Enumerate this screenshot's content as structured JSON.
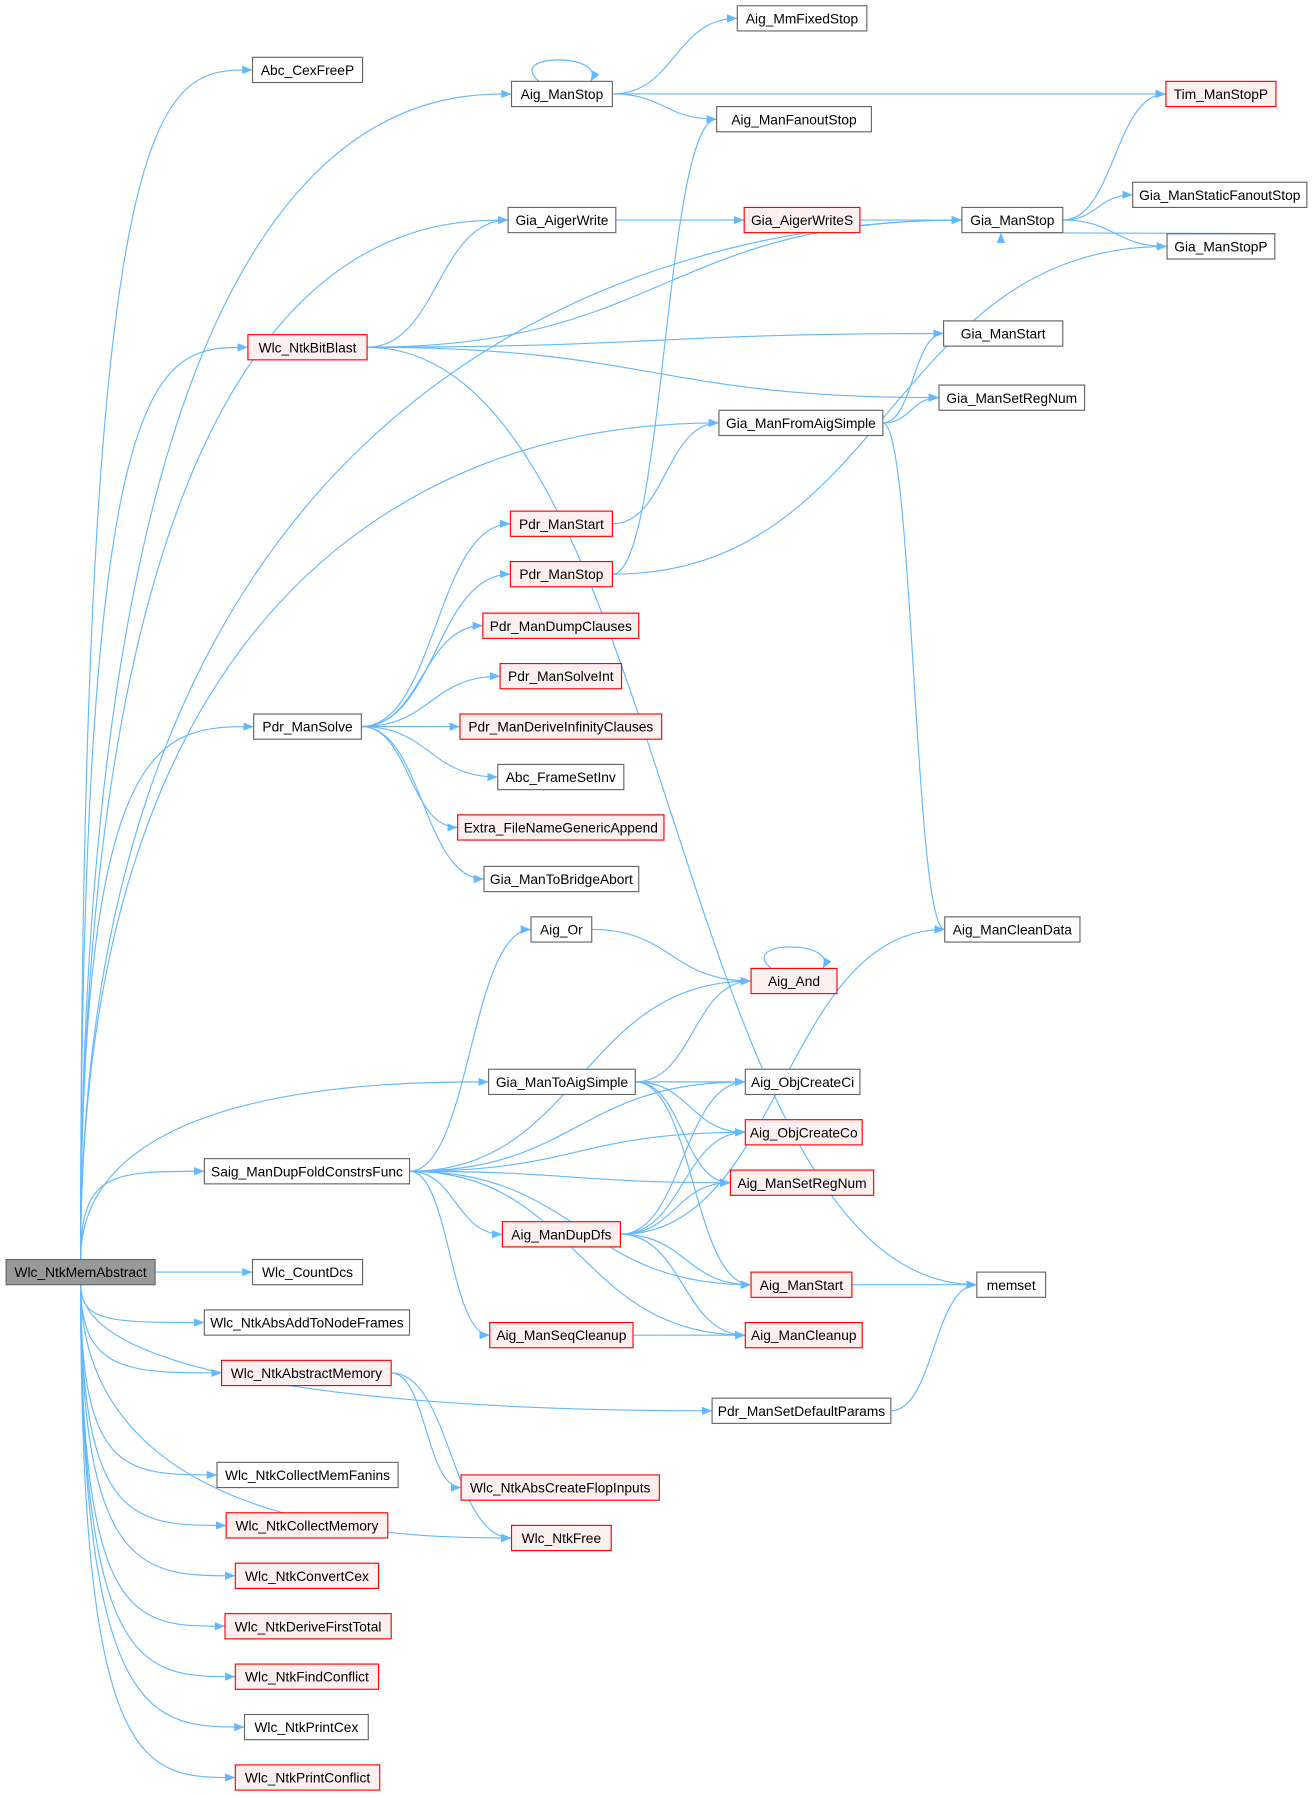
{
  "graph": {
    "root": "Wlc_NtkMemAbstract",
    "colors": {
      "edge": "#63b8ff",
      "root_fill": "#999999",
      "red_border": "#ff0000",
      "red_fill": "#fff0f0",
      "border": "#666666"
    },
    "nodes": [
      {
        "id": "Wlc_NtkMemAbstract",
        "style": "root"
      },
      {
        "id": "Abc_CexFreeP",
        "style": "normal"
      },
      {
        "id": "Aig_ManStop",
        "style": "normal"
      },
      {
        "id": "Aig_MmFixedStop",
        "style": "normal"
      },
      {
        "id": "Tim_ManStopP",
        "style": "red"
      },
      {
        "id": "Aig_ManFanoutStop",
        "style": "normal"
      },
      {
        "id": "Gia_ManStop",
        "style": "normal"
      },
      {
        "id": "Gia_ManStaticFanoutStop",
        "style": "normal"
      },
      {
        "id": "Gia_ManStopP",
        "style": "normal"
      },
      {
        "id": "Gia_AigerWrite",
        "style": "normal"
      },
      {
        "id": "Gia_AigerWriteS",
        "style": "red"
      },
      {
        "id": "Wlc_NtkBitBlast",
        "style": "red"
      },
      {
        "id": "Gia_ManStart",
        "style": "normal"
      },
      {
        "id": "Gia_ManSetRegNum",
        "style": "normal"
      },
      {
        "id": "Gia_ManFromAigSimple",
        "style": "normal"
      },
      {
        "id": "Pdr_ManStart",
        "style": "red"
      },
      {
        "id": "Pdr_ManStop",
        "style": "red"
      },
      {
        "id": "Pdr_ManDumpClauses",
        "style": "red"
      },
      {
        "id": "Pdr_ManSolveInt",
        "style": "red"
      },
      {
        "id": "Pdr_ManDeriveInfinityClauses",
        "style": "red"
      },
      {
        "id": "Pdr_ManSolve",
        "style": "normal"
      },
      {
        "id": "Abc_FrameSetInv",
        "style": "normal"
      },
      {
        "id": "Extra_FileNameGenericAppend",
        "style": "red"
      },
      {
        "id": "Gia_ManToBridgeAbort",
        "style": "normal"
      },
      {
        "id": "Aig_ManCleanData",
        "style": "normal"
      },
      {
        "id": "Aig_Or",
        "style": "normal"
      },
      {
        "id": "Aig_And",
        "style": "red"
      },
      {
        "id": "Gia_ManToAigSimple",
        "style": "normal"
      },
      {
        "id": "Aig_ObjCreateCi",
        "style": "normal"
      },
      {
        "id": "Aig_ObjCreateCo",
        "style": "red"
      },
      {
        "id": "Aig_ManSetRegNum",
        "style": "red"
      },
      {
        "id": "Saig_ManDupFoldConstrsFunc",
        "style": "normal"
      },
      {
        "id": "Aig_ManDupDfs",
        "style": "red"
      },
      {
        "id": "Wlc_CountDcs",
        "style": "normal"
      },
      {
        "id": "Aig_ManStart",
        "style": "red"
      },
      {
        "id": "memset",
        "style": "normal"
      },
      {
        "id": "Wlc_NtkAbsAddToNodeFrames",
        "style": "normal"
      },
      {
        "id": "Aig_ManSeqCleanup",
        "style": "red"
      },
      {
        "id": "Aig_ManCleanup",
        "style": "red"
      },
      {
        "id": "Wlc_NtkAbstractMemory",
        "style": "red"
      },
      {
        "id": "Pdr_ManSetDefaultParams",
        "style": "normal"
      },
      {
        "id": "Wlc_NtkAbsCreateFlopInputs",
        "style": "red"
      },
      {
        "id": "Wlc_NtkCollectMemFanins",
        "style": "normal"
      },
      {
        "id": "Wlc_NtkCollectMemory",
        "style": "red"
      },
      {
        "id": "Wlc_NtkFree",
        "style": "red"
      },
      {
        "id": "Wlc_NtkConvertCex",
        "style": "red"
      },
      {
        "id": "Wlc_NtkDeriveFirstTotal",
        "style": "red"
      },
      {
        "id": "Wlc_NtkFindConflict",
        "style": "red"
      },
      {
        "id": "Wlc_NtkPrintCex",
        "style": "normal"
      },
      {
        "id": "Wlc_NtkPrintConflict",
        "style": "red"
      }
    ],
    "edges": [
      [
        "Wlc_NtkMemAbstract",
        "Abc_CexFreeP"
      ],
      [
        "Wlc_NtkMemAbstract",
        "Aig_ManStop"
      ],
      [
        "Wlc_NtkMemAbstract",
        "Gia_ManStop"
      ],
      [
        "Wlc_NtkMemAbstract",
        "Gia_AigerWrite"
      ],
      [
        "Wlc_NtkMemAbstract",
        "Wlc_NtkBitBlast"
      ],
      [
        "Wlc_NtkMemAbstract",
        "Gia_ManFromAigSimple"
      ],
      [
        "Wlc_NtkMemAbstract",
        "Pdr_ManSolve"
      ],
      [
        "Wlc_NtkMemAbstract",
        "Gia_ManToAigSimple"
      ],
      [
        "Wlc_NtkMemAbstract",
        "Saig_ManDupFoldConstrsFunc"
      ],
      [
        "Wlc_NtkMemAbstract",
        "Pdr_ManSetDefaultParams"
      ],
      [
        "Wlc_NtkMemAbstract",
        "Wlc_CountDcs"
      ],
      [
        "Wlc_NtkMemAbstract",
        "Wlc_NtkAbsAddToNodeFrames"
      ],
      [
        "Wlc_NtkMemAbstract",
        "Wlc_NtkAbstractMemory"
      ],
      [
        "Wlc_NtkMemAbstract",
        "Wlc_NtkFree"
      ],
      [
        "Wlc_NtkMemAbstract",
        "Wlc_NtkCollectMemFanins"
      ],
      [
        "Wlc_NtkMemAbstract",
        "Wlc_NtkCollectMemory"
      ],
      [
        "Wlc_NtkMemAbstract",
        "Wlc_NtkConvertCex"
      ],
      [
        "Wlc_NtkMemAbstract",
        "Wlc_NtkDeriveFirstTotal"
      ],
      [
        "Wlc_NtkMemAbstract",
        "Wlc_NtkFindConflict"
      ],
      [
        "Wlc_NtkMemAbstract",
        "Wlc_NtkPrintCex"
      ],
      [
        "Wlc_NtkMemAbstract",
        "Wlc_NtkPrintConflict"
      ],
      [
        "Aig_ManStop",
        "Aig_ManStop"
      ],
      [
        "Aig_ManStop",
        "Aig_MmFixedStop"
      ],
      [
        "Aig_ManStop",
        "Tim_ManStopP"
      ],
      [
        "Aig_ManStop",
        "Aig_ManFanoutStop"
      ],
      [
        "Gia_AigerWrite",
        "Gia_AigerWriteS"
      ],
      [
        "Gia_AigerWriteS",
        "Gia_ManStop"
      ],
      [
        "Gia_ManStop",
        "Tim_ManStopP"
      ],
      [
        "Gia_ManStop",
        "Gia_ManStaticFanoutStop"
      ],
      [
        "Gia_ManStop",
        "Gia_ManStopP"
      ],
      [
        "Gia_ManStopP",
        "Gia_ManStop"
      ],
      [
        "Wlc_NtkBitBlast",
        "Gia_AigerWrite"
      ],
      [
        "Wlc_NtkBitBlast",
        "Gia_ManStop"
      ],
      [
        "Wlc_NtkBitBlast",
        "Gia_ManStart"
      ],
      [
        "Wlc_NtkBitBlast",
        "Gia_ManSetRegNum"
      ],
      [
        "Wlc_NtkBitBlast",
        "memset"
      ],
      [
        "Gia_ManFromAigSimple",
        "Gia_ManStart"
      ],
      [
        "Gia_ManFromAigSimple",
        "Gia_ManSetRegNum"
      ],
      [
        "Gia_ManFromAigSimple",
        "Aig_ManCleanData"
      ],
      [
        "Pdr_ManStart",
        "Gia_ManFromAigSimple"
      ],
      [
        "Pdr_ManStop",
        "Aig_ManFanoutStop"
      ],
      [
        "Pdr_ManStop",
        "Gia_ManStopP"
      ],
      [
        "Pdr_ManSolve",
        "Pdr_ManStart"
      ],
      [
        "Pdr_ManSolve",
        "Pdr_ManStop"
      ],
      [
        "Pdr_ManSolve",
        "Pdr_ManDumpClauses"
      ],
      [
        "Pdr_ManSolve",
        "Pdr_ManSolveInt"
      ],
      [
        "Pdr_ManSolve",
        "Pdr_ManDeriveInfinityClauses"
      ],
      [
        "Pdr_ManSolve",
        "Abc_FrameSetInv"
      ],
      [
        "Pdr_ManSolve",
        "Extra_FileNameGenericAppend"
      ],
      [
        "Pdr_ManSolve",
        "Gia_ManToBridgeAbort"
      ],
      [
        "Aig_Or",
        "Aig_And"
      ],
      [
        "Aig_And",
        "Aig_And"
      ],
      [
        "Gia_ManToAigSimple",
        "Aig_And"
      ],
      [
        "Gia_ManToAigSimple",
        "Aig_ObjCreateCi"
      ],
      [
        "Gia_ManToAigSimple",
        "Aig_ObjCreateCo"
      ],
      [
        "Gia_ManToAigSimple",
        "Aig_ManSetRegNum"
      ],
      [
        "Gia_ManToAigSimple",
        "Aig_ManStart"
      ],
      [
        "Saig_ManDupFoldConstrsFunc",
        "Aig_Or"
      ],
      [
        "Saig_ManDupFoldConstrsFunc",
        "Aig_And"
      ],
      [
        "Saig_ManDupFoldConstrsFunc",
        "Aig_ObjCreateCi"
      ],
      [
        "Saig_ManDupFoldConstrsFunc",
        "Aig_ObjCreateCo"
      ],
      [
        "Saig_ManDupFoldConstrsFunc",
        "Aig_ManSetRegNum"
      ],
      [
        "Saig_ManDupFoldConstrsFunc",
        "Aig_ManDupDfs"
      ],
      [
        "Saig_ManDupFoldConstrsFunc",
        "Aig_ManStart"
      ],
      [
        "Saig_ManDupFoldConstrsFunc",
        "Aig_ManSeqCleanup"
      ],
      [
        "Saig_ManDupFoldConstrsFunc",
        "Aig_ManCleanup"
      ],
      [
        "Aig_ManDupDfs",
        "Aig_ObjCreateCi"
      ],
      [
        "Aig_ManDupDfs",
        "Aig_ObjCreateCo"
      ],
      [
        "Aig_ManDupDfs",
        "Aig_ManSetRegNum"
      ],
      [
        "Aig_ManDupDfs",
        "Aig_ManCleanData"
      ],
      [
        "Aig_ManDupDfs",
        "Aig_ManStart"
      ],
      [
        "Aig_ManDupDfs",
        "Aig_ManCleanup"
      ],
      [
        "Aig_ManStart",
        "memset"
      ],
      [
        "Aig_ManSeqCleanup",
        "Aig_ManCleanup"
      ],
      [
        "Pdr_ManSetDefaultParams",
        "memset"
      ],
      [
        "Wlc_NtkAbstractMemory",
        "Wlc_NtkAbsCreateFlopInputs"
      ],
      [
        "Wlc_NtkAbstractMemory",
        "Wlc_NtkFree"
      ]
    ]
  }
}
